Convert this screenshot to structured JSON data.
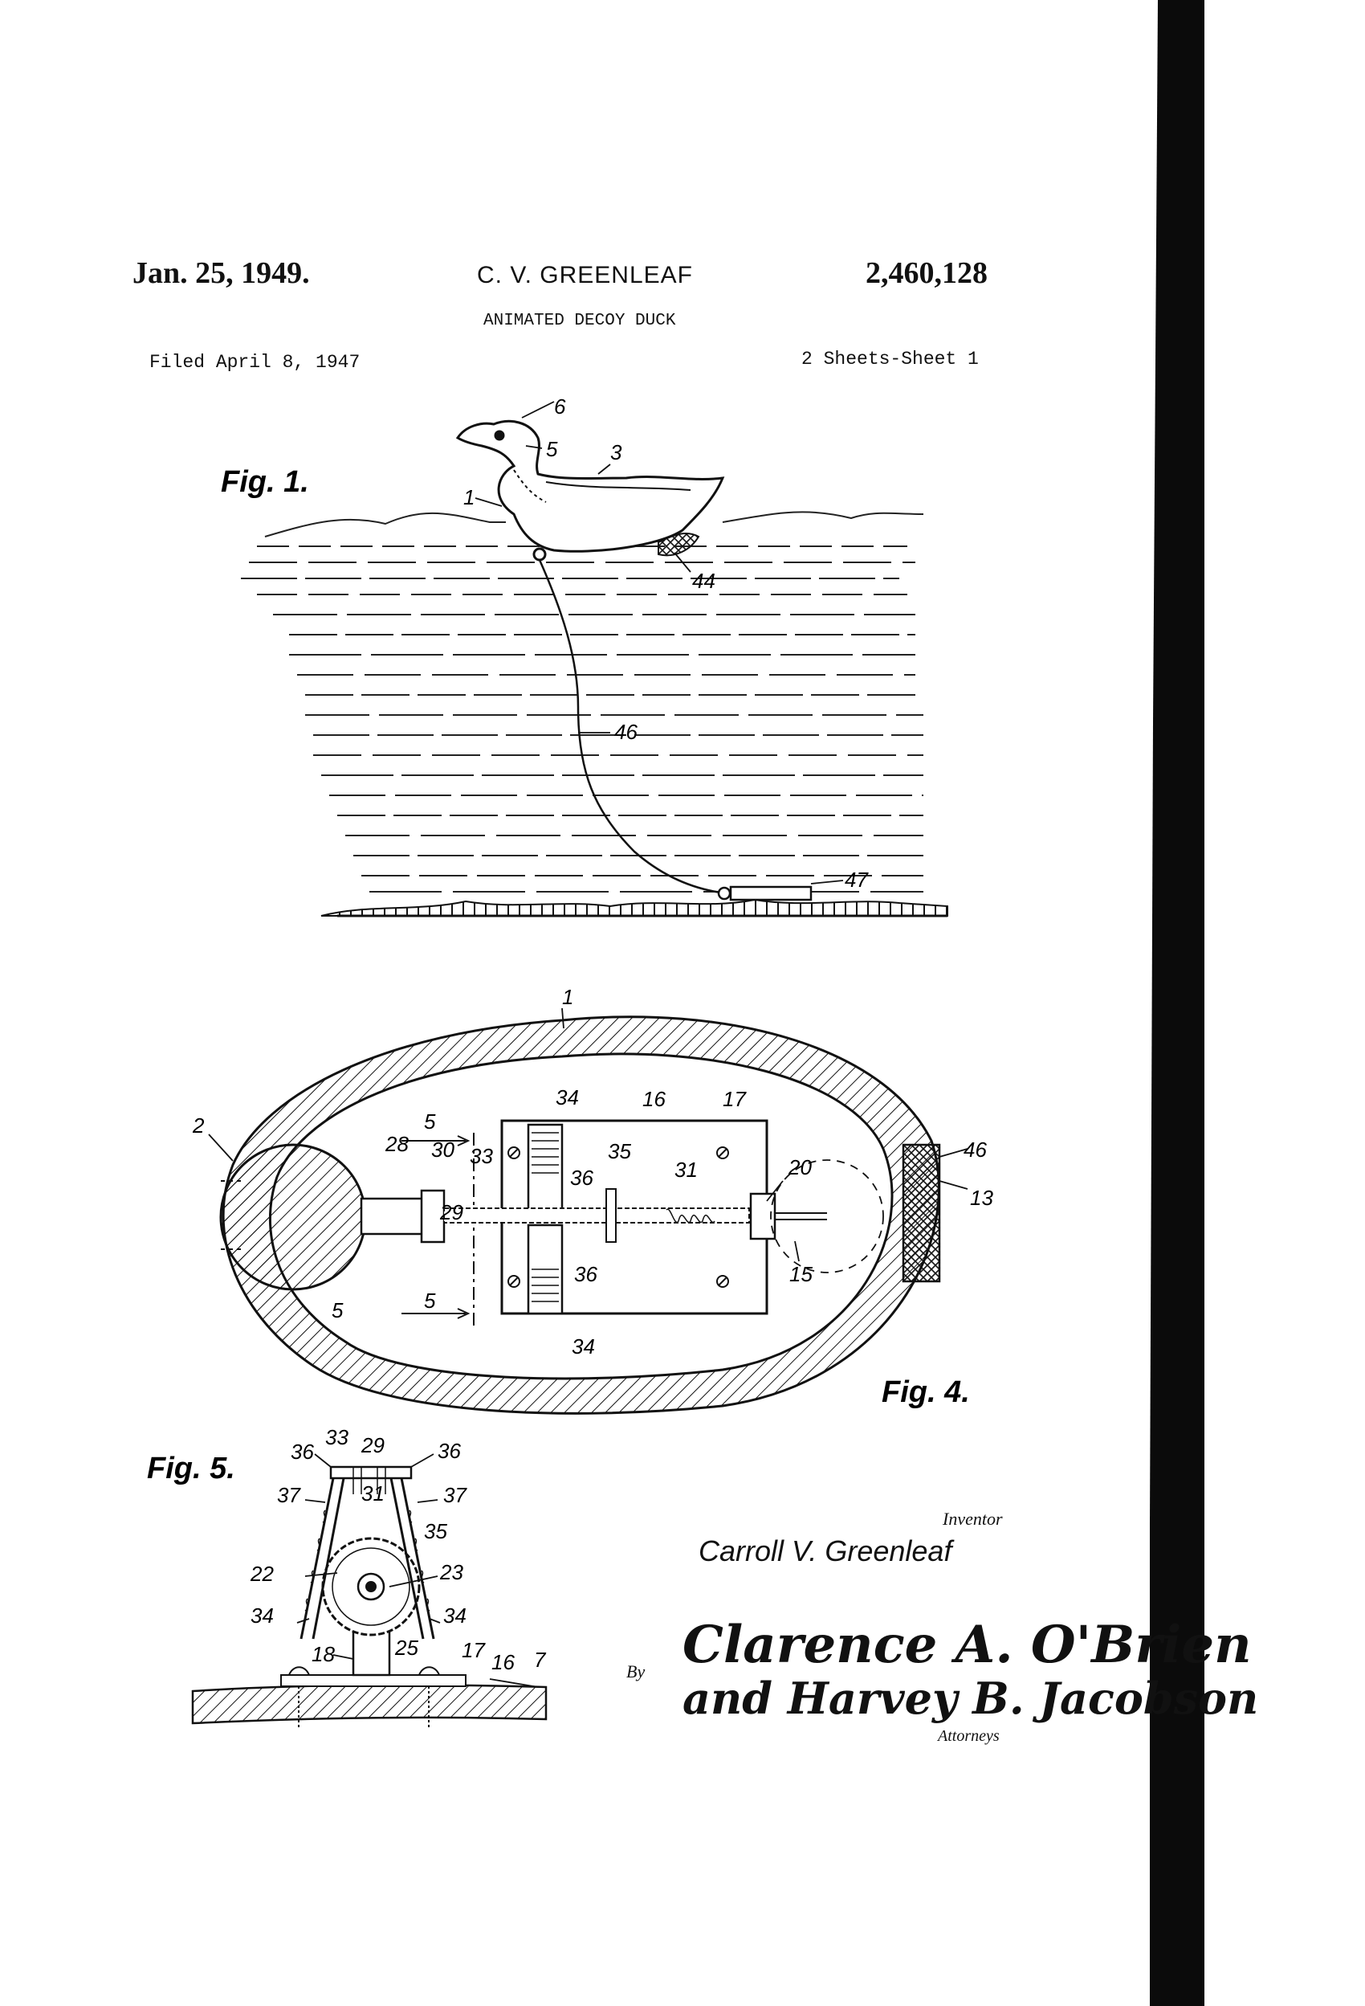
{
  "header": {
    "date": "Jan. 25, 1949.",
    "inventor": "C. V. GREENLEAF",
    "patent_number": "2,460,128",
    "title": "ANIMATED DECOY DUCK",
    "filed": "Filed April 8, 1947",
    "sheets": "2 Sheets-Sheet 1"
  },
  "figures": {
    "fig1": {
      "label": "Fig. 1.",
      "refs": {
        "r6": "6",
        "r5": "5",
        "r3": "3",
        "r1": "1",
        "r44": "44",
        "r46": "46",
        "r47": "47"
      }
    },
    "fig4": {
      "label": "Fig. 4.",
      "refs": {
        "r1": "1",
        "r2": "2",
        "r5a": "5",
        "r5b": "5",
        "r5c": "5",
        "r28": "28",
        "r30": "30",
        "r33": "33",
        "r29": "29",
        "r34a": "34",
        "r34b": "34",
        "r16": "16",
        "r17": "17",
        "r35": "35",
        "r36a": "36",
        "r36b": "36",
        "r31": "31",
        "r20": "20",
        "r15": "15",
        "r46": "46",
        "r13": "13"
      }
    },
    "fig5": {
      "label": "Fig. 5.",
      "refs": {
        "r33": "33",
        "r29": "29",
        "r36a": "36",
        "r36b": "36",
        "r37a": "37",
        "r37b": "37",
        "r31": "31",
        "r35": "35",
        "r22": "22",
        "r23": "23",
        "r34a": "34",
        "r34b": "34",
        "r18": "18",
        "r25": "25",
        "r17": "17",
        "r16": "16",
        "r7": "7"
      }
    }
  },
  "signatures": {
    "inventor_role": "Inventor",
    "inventor_name": "Carroll V. Greenleaf",
    "by": "By",
    "attorney_line1": "Clarence A. O'Brien",
    "attorney_line2": "and Harvey B. Jacobson",
    "attorneys_role": "Attorneys"
  }
}
